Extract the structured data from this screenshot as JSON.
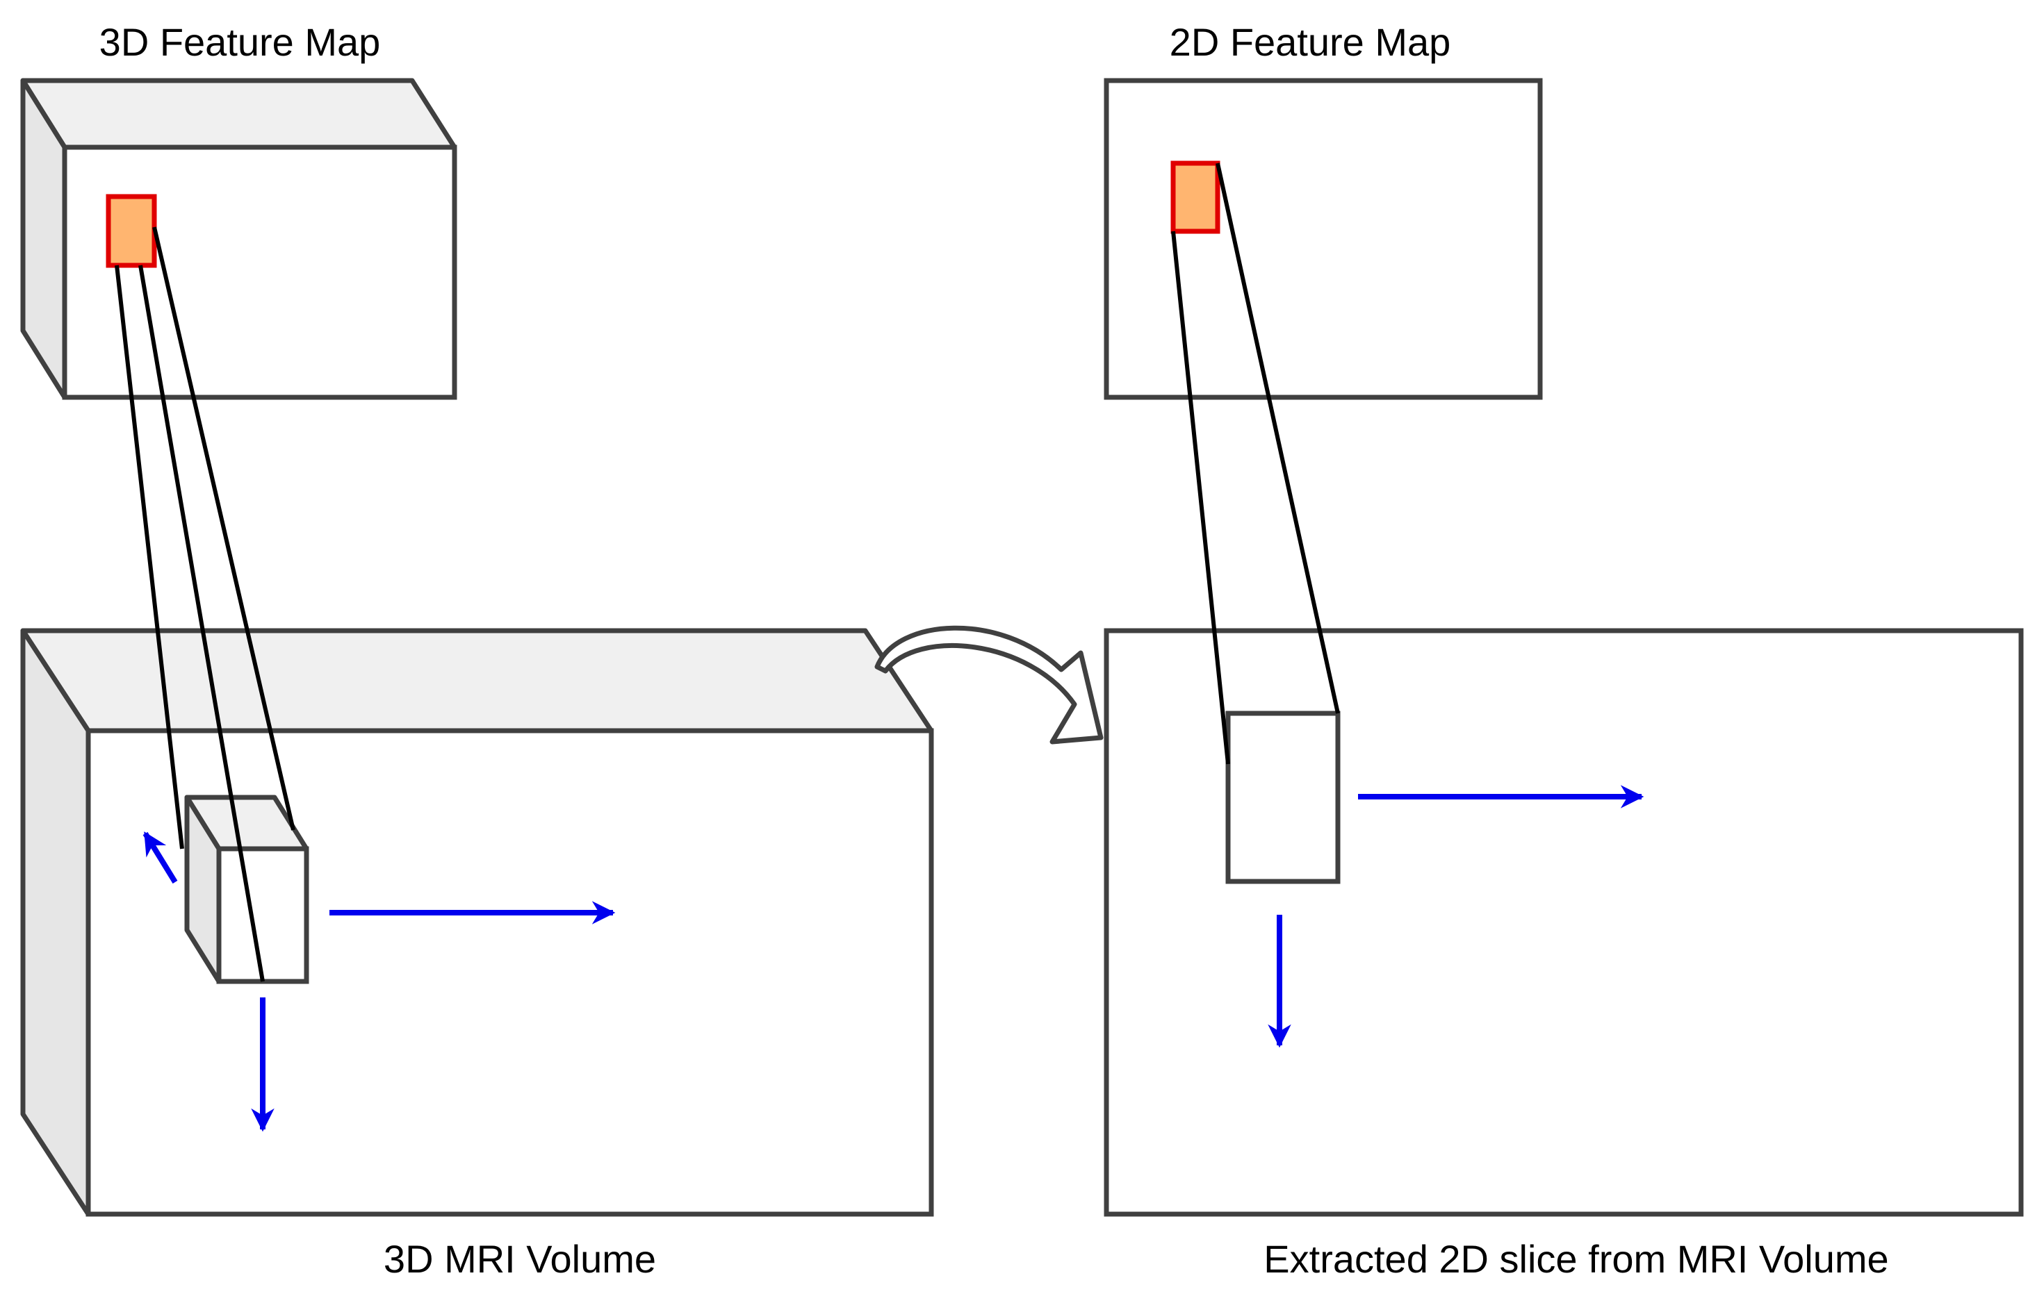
{
  "labels": {
    "feature_map_3d": "3D Feature Map",
    "feature_map_2d": "2D Feature Map",
    "mri_volume_3d": "3D MRI Volume",
    "extracted_slice": "Extracted 2D slice from MRI Volume"
  },
  "colors": {
    "box_stroke": "#404040",
    "box_top_face": "#f0f0f0",
    "box_side_face": "#e6e6e6",
    "projection_line": "#000000",
    "arrow_blue": "#0000ee",
    "feature_cell_fill": "#ffb570",
    "feature_cell_stroke": "#e00000"
  }
}
